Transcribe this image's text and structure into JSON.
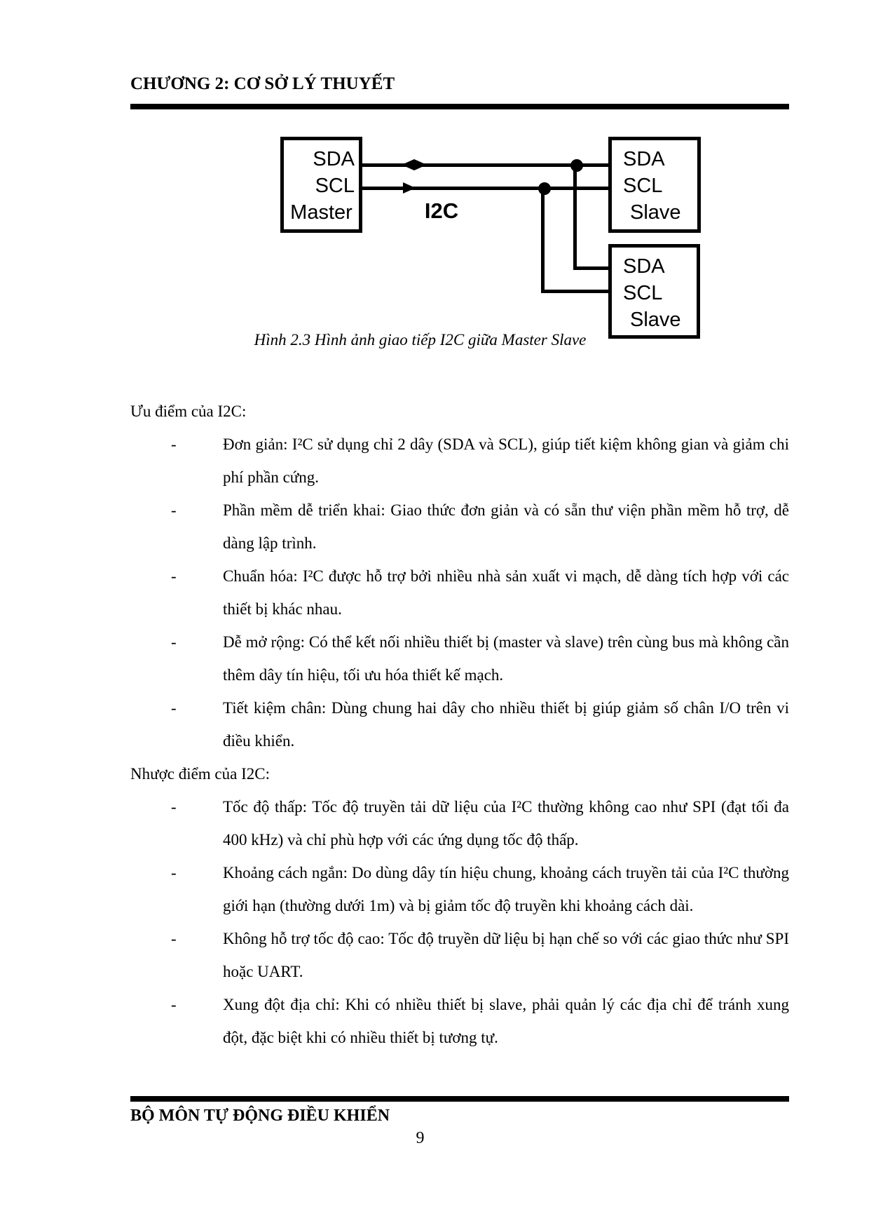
{
  "page": {
    "header_title": "CHƯƠNG 2: CƠ SỞ LÝ THUYẾT",
    "footer_title": "BỘ MÔN TỰ ĐỘNG ĐIỀU KHIỂN",
    "page_number": "9"
  },
  "figure": {
    "caption": "Hình 2.3 Hình ảnh giao tiếp I2C giữa Master Slave",
    "bus_label": "I2C",
    "master": {
      "pin1": "SDA",
      "pin2": "SCL",
      "name": "Master"
    },
    "slave_top": {
      "pin1": "SDA",
      "pin2": "SCL",
      "name": "Slave"
    },
    "slave_bottom": {
      "pin1": "SDA",
      "pin2": "SCL",
      "name": "Slave"
    }
  },
  "content": {
    "advantages": {
      "heading": "Ưu điểm của I2C:",
      "marker": "-",
      "items": [
        "Đơn giản: I²C sử dụng chỉ 2 dây (SDA và SCL), giúp tiết kiệm không gian và giảm chi phí phần cứng.",
        "Phần mềm dễ triển khai: Giao thức đơn giản và có sẵn thư viện phần mềm hỗ trợ, dễ dàng lập trình.",
        "Chuẩn hóa: I²C được hỗ trợ bởi nhiều nhà sản xuất vi mạch, dễ dàng tích hợp với các thiết bị khác nhau.",
        "Dễ mở rộng: Có thể kết nối nhiều thiết bị (master và slave) trên cùng bus mà không cần thêm dây tín hiệu, tối ưu hóa thiết kế mạch.",
        "Tiết kiệm chân: Dùng chung hai dây cho nhiều thiết bị giúp giảm số chân I/O trên vi điều khiển."
      ]
    },
    "disadvantages": {
      "heading": "Nhược điểm của I2C:",
      "marker": "-",
      "items": [
        "Tốc độ thấp: Tốc độ truyền tải dữ liệu của I²C thường không cao như SPI (đạt tối đa 400 kHz) và chỉ phù hợp với các ứng dụng tốc độ thấp.",
        "Khoảng cách ngắn: Do dùng dây tín hiệu chung, khoảng cách truyền tải của I²C thường giới hạn (thường dưới 1m) và bị giảm tốc độ truyền khi khoảng cách dài.",
        "Không hỗ trợ tốc độ cao: Tốc độ truyền dữ liệu bị hạn chế so với các giao thức như SPI hoặc UART.",
        "Xung đột địa chỉ: Khi có nhiều thiết bị slave, phải quản lý các địa chỉ để tránh xung đột, đặc biệt khi có nhiều thiết bị tương tự."
      ]
    }
  }
}
